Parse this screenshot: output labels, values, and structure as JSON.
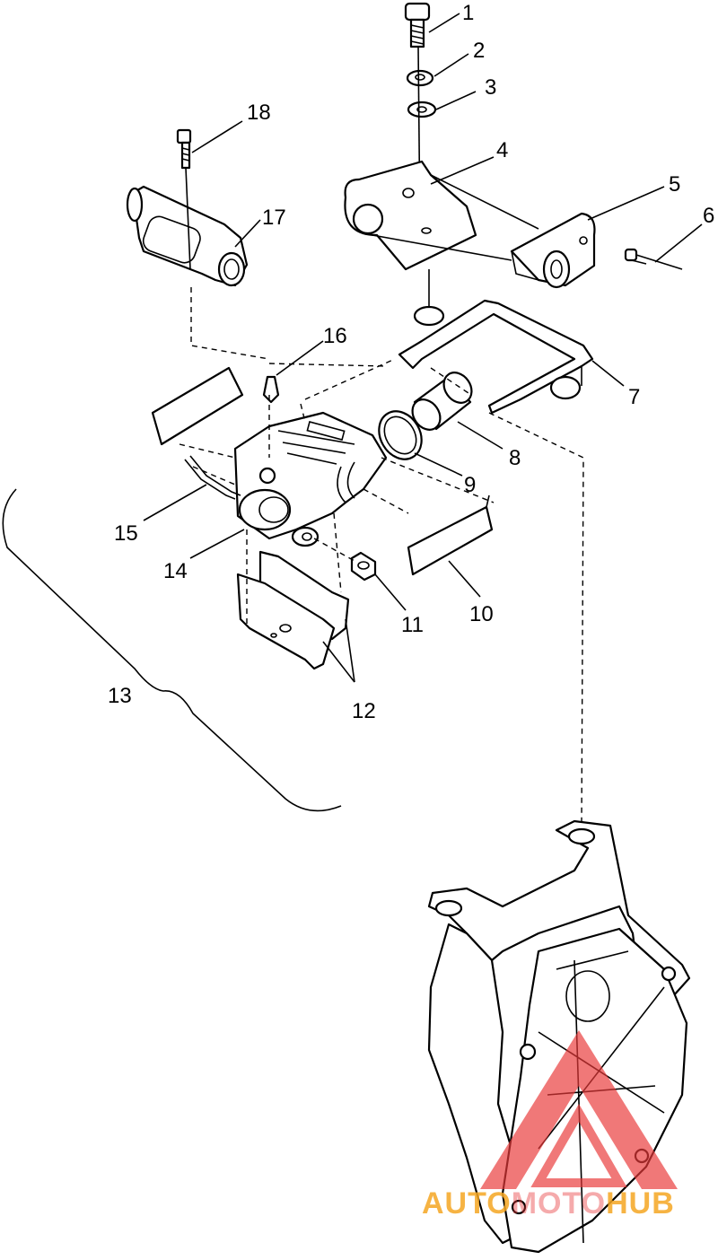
{
  "callouts": [
    {
      "id": "1",
      "text": "1"
    },
    {
      "id": "2",
      "text": "2"
    },
    {
      "id": "3",
      "text": "3"
    },
    {
      "id": "4",
      "text": "4"
    },
    {
      "id": "5",
      "text": "5"
    },
    {
      "id": "6",
      "text": "6"
    },
    {
      "id": "7",
      "text": "7"
    },
    {
      "id": "8",
      "text": "8"
    },
    {
      "id": "9",
      "text": "9"
    },
    {
      "id": "10",
      "text": "10"
    },
    {
      "id": "11",
      "text": "11"
    },
    {
      "id": "12",
      "text": "12"
    },
    {
      "id": "13",
      "text": "13"
    },
    {
      "id": "14",
      "text": "14"
    },
    {
      "id": "15",
      "text": "15"
    },
    {
      "id": "16",
      "text": "16"
    },
    {
      "id": "17",
      "text": "17"
    },
    {
      "id": "18",
      "text": "18"
    }
  ],
  "watermark": {
    "part1": "AUTO",
    "part2": "MOTO",
    "part3": "HUB",
    "color_orange": "#f5a623",
    "color_red": "#e8393a"
  }
}
